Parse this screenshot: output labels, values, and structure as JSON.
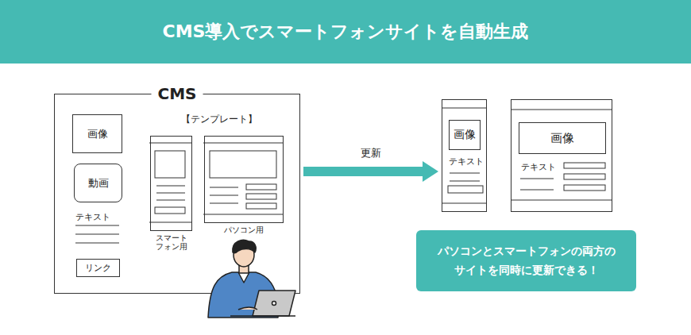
{
  "diagram": {
    "title": "CMS導入でスマートフォンサイトを自動生成",
    "nodes": [
      {
        "text": [
          "CMS"
        ]
      },
      {
        "text": [
          "画像"
        ],
        "in": 0
      },
      {
        "text": [
          "動画"
        ],
        "in": 0
      },
      {
        "text": [
          "リンク"
        ],
        "in": 0
      },
      {
        "text": [
          "スマート フォン用"
        ],
        "in": 0
      },
      {
        "text": [
          "パソコン用"
        ],
        "in": 0
      },
      {
        "text": [
          "テキスト"
        ]
      },
      {
        "text": [
          "画像"
        ],
        "in": 6
      },
      {
        "text": [
          "テキスト"
        ]
      },
      {
        "text": [
          "画像"
        ],
        "in": 8
      },
      {
        "text": [
          "パソコンとスマートフォンの両方の サイトを同時に更新できる！"
        ]
      }
    ],
    "edges": [
      {
        "from": 0,
        "to": 6,
        "label": "更新",
        "arrow": "to"
      }
    ],
    "labels": [
      "【テンプレート】",
      "テキスト"
    ]
  }
}
